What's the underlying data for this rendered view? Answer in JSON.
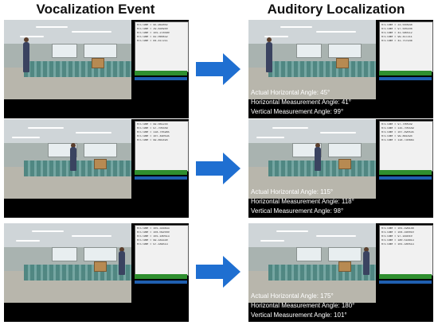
{
  "titles": {
    "left": "Vocalization Event",
    "right": "Auditory Localization"
  },
  "rows": [
    {
      "actual": "Actual Horizontal Angle: 45°",
      "horizontal": "Horizontal Measurement Angle: 41°",
      "vertical": "Vertical Measurement Angle: 99°",
      "log_left": [
        "RTCTime = 95.962802",
        "RTCTime = 29.830940",
        "RTCTime = 101.278560",
        "RTCTime = 82.060832",
        "RTCTime = 84.417211"
      ],
      "log_right": [
        "RTCTime = 23.550938",
        "RTCTime = 97.505108",
        "RTCTime = 41.580112",
        "RTCTime = 99.417211",
        "RTCTime = 41.757936"
      ]
    },
    {
      "actual": "Actual Horizontal Angle: 115°",
      "horizontal": "Horizontal Measurement Angle: 118°",
      "vertical": "Vertical Measurement Angle: 98°",
      "log_left": [
        "RTCTime = 99.081244",
        "RTCTime = 97.705509",
        "RTCTime = 118.705985",
        "RTCTime = 107.490535",
        "RTCTime = 99.861494"
      ],
      "log_right": [
        "RTCTime = 97.700549",
        "RTCTime = 115.705549",
        "RTCTime = 107.490535",
        "RTCTime = 99.861494",
        "RTCTime = 118.730683"
      ]
    },
    {
      "actual": "Actual Horizontal Angle: 175°",
      "horizontal": "Horizontal Measurement Angle: 180°",
      "vertical": "Vertical Measurement Angle: 101°",
      "log_left": [
        "RTCTime = 101.316833",
        "RTCTime = 104.092040",
        "RTCTime = 101.180513",
        "RTCTime = 99.183330",
        "RTCTime = 97.189513"
      ],
      "log_right": [
        "RTCTime = 101.196148",
        "RTCTime = 104.160010",
        "RTCTime = 97.183010",
        "RTCTime = 180.518813",
        "RTCTime = 101.180513"
      ]
    }
  ],
  "colors": {
    "arrow": "#1f6fd1"
  }
}
